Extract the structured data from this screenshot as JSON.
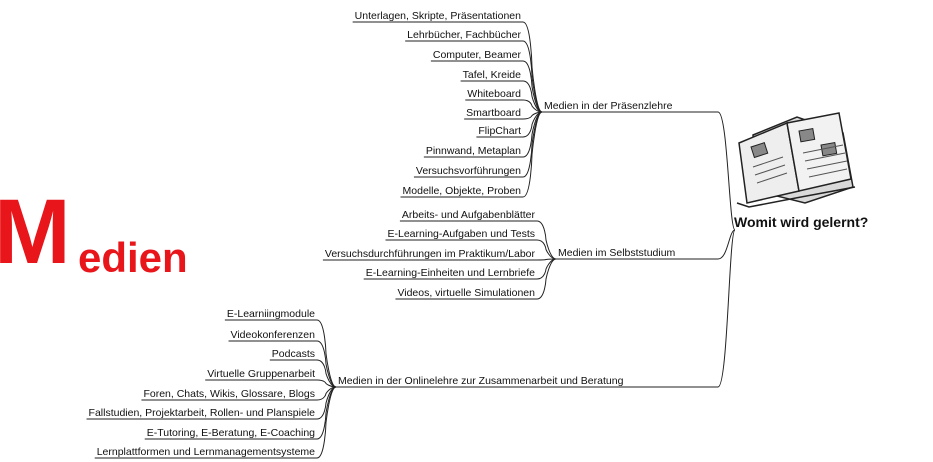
{
  "title": {
    "big_letter": "M",
    "rest": "edien"
  },
  "root": {
    "label": "Womit wird gelernt?"
  },
  "branches": [
    {
      "label": "Medien in der Präsenzlehre",
      "leaves": [
        "Unterlagen, Skripte, Präsentationen",
        "Lehrbücher, Fachbücher",
        "Computer, Beamer",
        "Tafel, Kreide",
        "Whiteboard",
        "Smartboard",
        "FlipChart",
        "Pinnwand, Metaplan",
        "Versuchsvorführungen",
        "Modelle, Objekte, Proben"
      ]
    },
    {
      "label": "Medien im Selbststudium",
      "leaves": [
        "Arbeits- und Aufgabenblätter",
        "E-Learning-Aufgaben und Tests",
        "Versuchsdurchführungen im Praktikum/Labor",
        "E-Learning-Einheiten und Lernbriefe",
        "Videos, virtuelle Simulationen"
      ]
    },
    {
      "label": "Medien in der Onlinelehre zur Zusammenarbeit und Beratung",
      "leaves": [
        "E-Learniingmodule",
        "Videokonferenzen",
        "Podcasts",
        "Virtuelle Gruppenarbeit",
        "Foren, Chats, Wikis, Glossare, Blogs",
        "Fallstudien, Projektarbeit, Rollen- und Planspiele",
        "E-Tutoring, E-Beratung, E-Coaching",
        "Lernplattformen und Lernmanagementsysteme"
      ]
    }
  ]
}
